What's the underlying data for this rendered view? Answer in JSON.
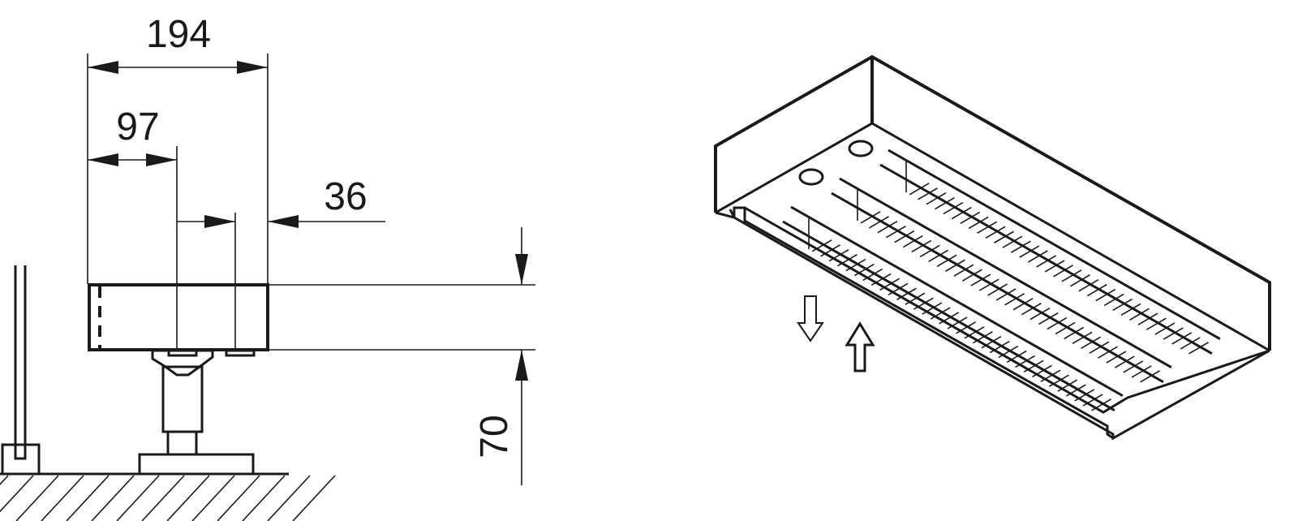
{
  "dimensions": {
    "overall_depth": "194",
    "center_depth": "97",
    "fixing_offset": "36",
    "height_from_floor": "70"
  },
  "colors": {
    "line": "#1a1a1a",
    "background": "#ffffff"
  }
}
